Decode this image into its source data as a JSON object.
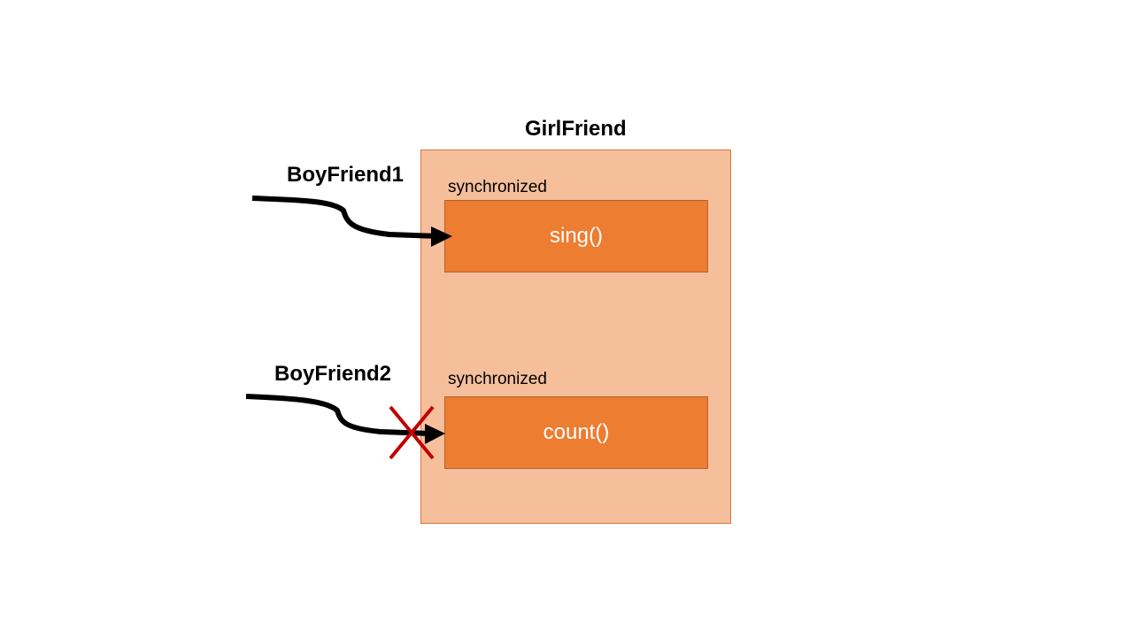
{
  "object": {
    "name": "GirlFriend"
  },
  "threads": [
    {
      "name": "BoyFriend1",
      "blocked": false
    },
    {
      "name": "BoyFriend2",
      "blocked": true
    }
  ],
  "methods": [
    {
      "modifier": "synchronized",
      "name": "sing()"
    },
    {
      "modifier": "synchronized",
      "name": "count()"
    }
  ],
  "colors": {
    "object_fill": "#f6bf9b",
    "method_fill": "#ed7d31",
    "blocked_mark": "#c00000",
    "arrow": "#000000"
  }
}
